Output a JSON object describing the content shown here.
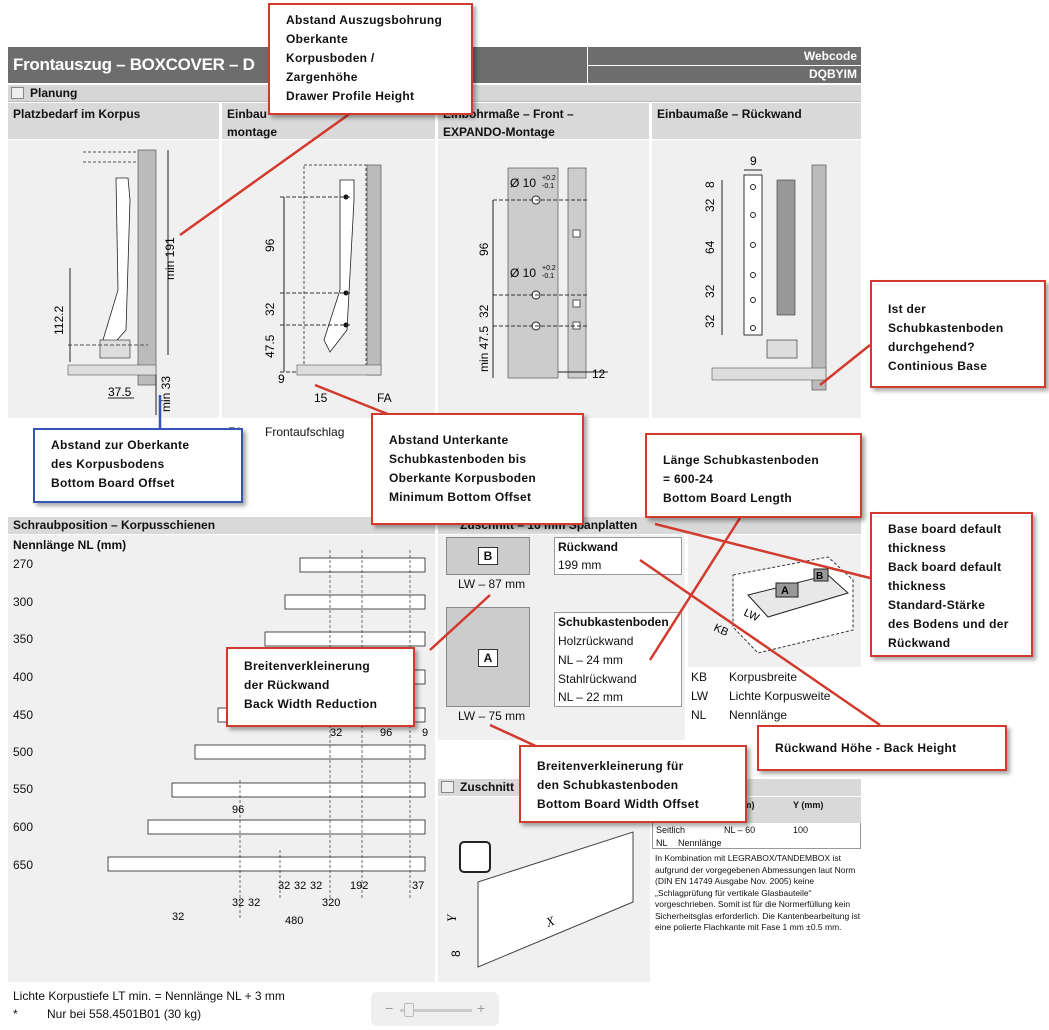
{
  "header": {
    "title": "Frontauszug – BOXCOVER – D",
    "webcode_label": "Webcode",
    "webcode_value": "DQBYIM"
  },
  "planung": {
    "label": "Planung",
    "columns": [
      {
        "title": "Platzbedarf im Korpus"
      },
      {
        "title": "Einbaumaße – Schrauben-montage"
      },
      {
        "title": "Einbohrmaße – Front – EXPANDO-Montage"
      },
      {
        "title": "Einbaumaße – Rückwand"
      }
    ],
    "col2_visible_a": "Einbau",
    "col2_visible_b": "montage",
    "col3_visible_a": "Einbohrmaße – Front –",
    "col3_visible_b": "EXPANDO-Montage",
    "dims_col1": {
      "d1": "min 191",
      "d2": "112.2",
      "d3": "37.5",
      "d4": "min 33"
    },
    "dims_col2": {
      "d1": "96",
      "d2": "32",
      "d3": "47.5",
      "d4": "9",
      "d5": "15",
      "d6": "FA"
    },
    "dims_col3": {
      "d1": "Ø 10",
      "d1_sup": "+0.2",
      "d1_sub": "-0.1",
      "d2": "96",
      "d3": "Ø 10",
      "d4": "32",
      "d5": "min 47.5",
      "d6": "12"
    },
    "dims_col4": {
      "d1": "9",
      "d2": "8",
      "d3": "32",
      "d4": "64",
      "d5": "32",
      "d6": "32"
    },
    "legend_fa_abbr": "FA",
    "legend_fa": "Frontaufschlag"
  },
  "schraubposition": {
    "title": "Schraubposition – Korpusschienen",
    "subtitle": "Nennlänge NL (mm)",
    "rows": [
      "270",
      "300",
      "350",
      "400",
      "450",
      "500",
      "550",
      "600",
      "650"
    ],
    "dims": {
      "a": "32",
      "b": "96",
      "c": "9",
      "d": "96",
      "e": "32",
      "f": "32",
      "g": "32",
      "h": "192",
      "i": "37",
      "j": "32",
      "k": "32",
      "l": "320",
      "m": "32",
      "n": "480"
    }
  },
  "zuschnitt": {
    "title": "Zuschnitt – 16 mm Spanplatten",
    "b_label": "B",
    "b_dim": "LW – 87 mm",
    "a_label": "A",
    "a_dim": "LW – 75 mm",
    "rueckwand_title": "Rückwand",
    "rueckwand_value": "199 mm",
    "boden_title": "Schubkastenboden",
    "boden_holz": "Holzrückwand",
    "boden_holz_val": "NL – 24 mm",
    "boden_stahl": "Stahlrückwand",
    "boden_stahl_val": "NL – 22 mm",
    "legend": [
      {
        "abbr": "KB",
        "text": "Korpusbreite"
      },
      {
        "abbr": "LW",
        "text": "Lichte Korpusweite"
      },
      {
        "abbr": "NL",
        "text": "Nennlänge"
      }
    ],
    "iso_lw": "LW",
    "iso_kb": "KB",
    "iso_a": "A",
    "iso_b": "B"
  },
  "zuschnitt2": {
    "title": "Zuschnitt",
    "table_x_head": "X (mm)",
    "table_y_head": "Y (mm)",
    "row_label": "Seitlich",
    "row_x": "NL – 60",
    "row_y": "100",
    "nl_abbr": "NL",
    "nl_text": "Nennlänge",
    "note": "In Kombination mit LEGRABOX/TANDEMBOX ist aufgrund der vorgegebenen Abmessungen laut Norm (DIN EN 14749 Ausgabe Nov. 2005) keine „Schlagprüfung für vertikale Glasbauteile“ vorgeschrieben. Somit ist für die Normerfüllung kein Sicherheitsglas erforderlich. Die Kantenbearbeitung ist eine polierte Flachkante mit Fase 1 mm ±0.5 mm.",
    "glass_x": "X",
    "glass_y": "Y",
    "glass_8": "8"
  },
  "footer": {
    "line1": "Lichte Korpustiefe LT min. = Nennlänge NL + 3 mm",
    "line2_mark": "*",
    "line2": "Nur bei 558.4501B01 (30 kg)"
  },
  "zoom": {
    "minus": "−",
    "plus": "+"
  },
  "callouts": {
    "c1": [
      "Abstand Auszugsbohrung",
      "Oberkante",
      "Korpusboden /",
      "Zargenhöhe",
      "Drawer Profile Height"
    ],
    "c2": [
      "Abstand zur Oberkante",
      "des Korpusbodens",
      "Bottom Board Offset"
    ],
    "c3": [
      "Abstand Unterkante",
      "Schubkastenboden bis",
      "Oberkante Korpusboden",
      "Minimum Bottom Offset"
    ],
    "c4": [
      "Länge Schubkastenboden",
      "= 600-24",
      "Bottom Board Length"
    ],
    "c5": [
      "Ist der",
      "Schubkastenboden",
      "durchgehend?",
      "Continious Base"
    ],
    "c6": [
      "Base board default",
      "thickness",
      "Back board default",
      "thickness",
      "Standard-Stärke",
      "des Bodens und der",
      "Rückwand"
    ],
    "c7": [
      "Breitenverkleinerung",
      "der Rückwand",
      "Back Width Reduction"
    ],
    "c8": [
      "Rückwand Höhe - Back Height"
    ],
    "c9": [
      "Breitenverkleinerung für",
      "den Schubkastenboden",
      "Bottom Board Width Offset"
    ]
  }
}
